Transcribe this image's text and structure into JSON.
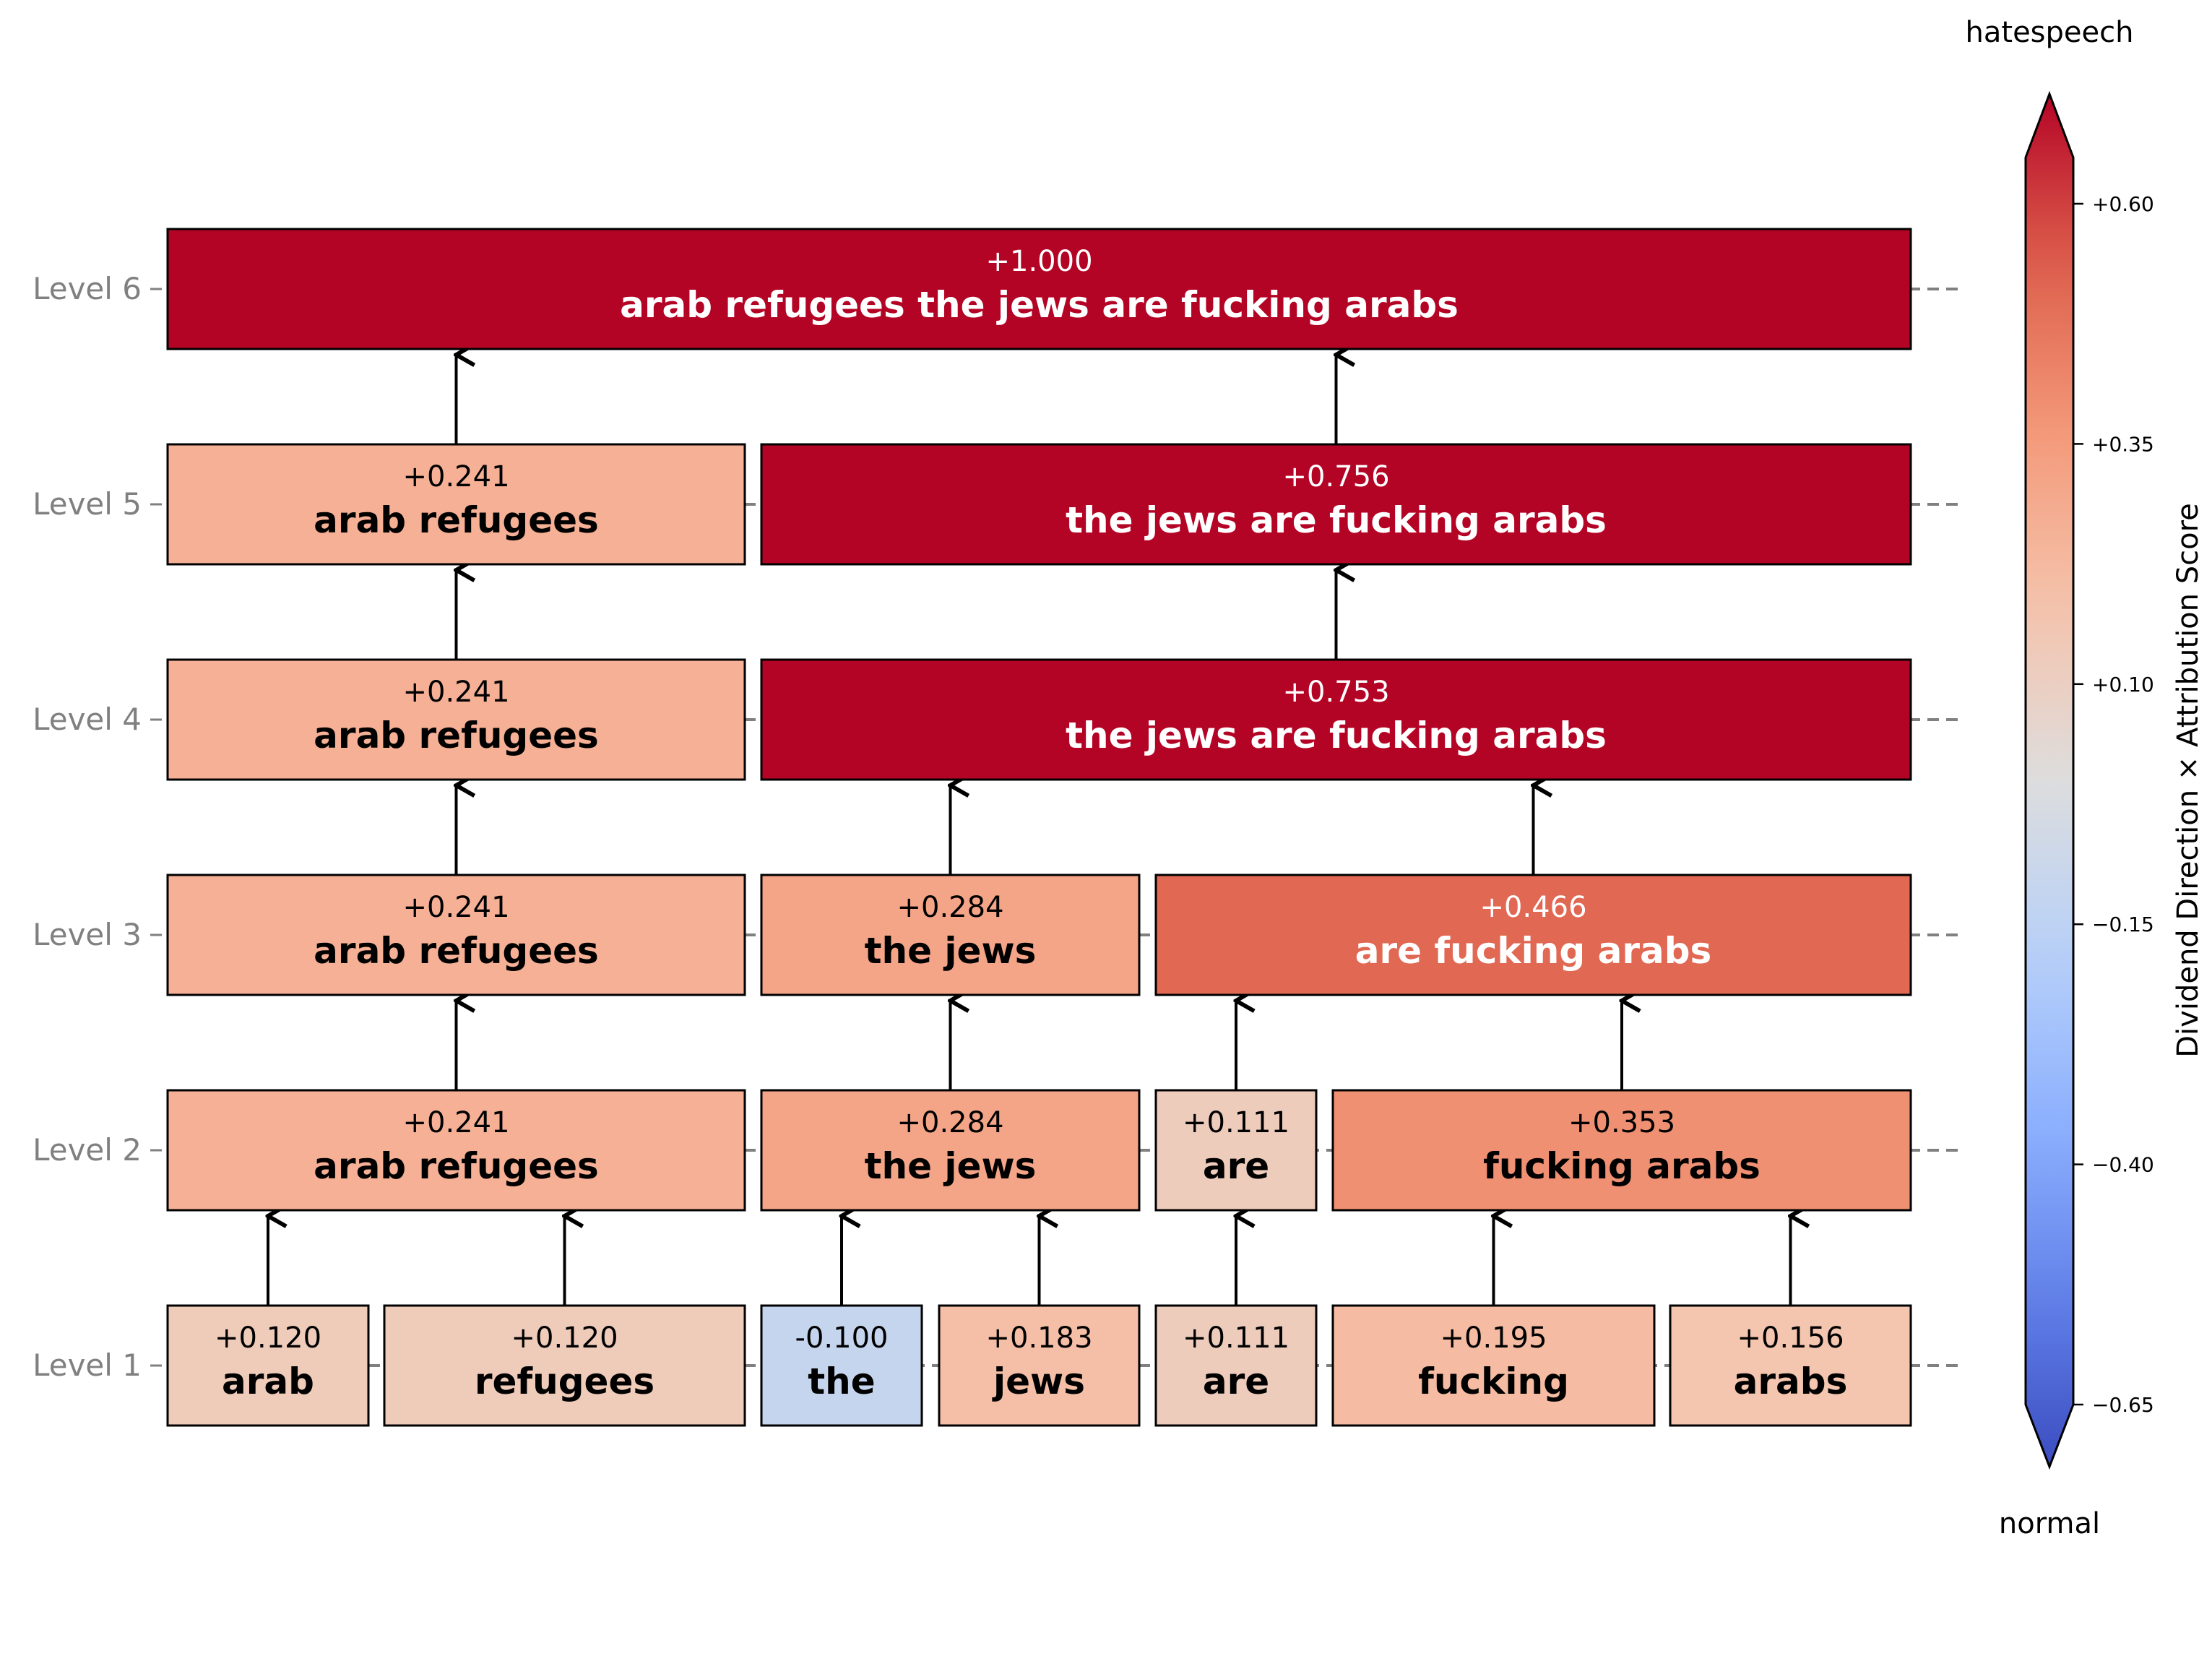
{
  "levels": [
    {
      "label": "Level 6",
      "nodes": [
        {
          "score": "+1.000",
          "text": "arab refugees the jews are fucking arabs",
          "value": 1.0,
          "span": [
            0,
            7
          ]
        }
      ]
    },
    {
      "label": "Level 5",
      "nodes": [
        {
          "score": "+0.241",
          "text": "arab refugees",
          "value": 0.241,
          "span": [
            0,
            2
          ]
        },
        {
          "score": "+0.756",
          "text": "the jews are fucking arabs",
          "value": 0.756,
          "span": [
            2,
            7
          ]
        }
      ]
    },
    {
      "label": "Level 4",
      "nodes": [
        {
          "score": "+0.241",
          "text": "arab refugees",
          "value": 0.241,
          "span": [
            0,
            2
          ]
        },
        {
          "score": "+0.753",
          "text": "the jews are fucking arabs",
          "value": 0.753,
          "span": [
            2,
            7
          ]
        }
      ]
    },
    {
      "label": "Level 3",
      "nodes": [
        {
          "score": "+0.241",
          "text": "arab refugees",
          "value": 0.241,
          "span": [
            0,
            2
          ]
        },
        {
          "score": "+0.284",
          "text": "the jews",
          "value": 0.284,
          "span": [
            2,
            4
          ]
        },
        {
          "score": "+0.466",
          "text": "are fucking arabs",
          "value": 0.466,
          "span": [
            4,
            7
          ]
        }
      ]
    },
    {
      "label": "Level 2",
      "nodes": [
        {
          "score": "+0.241",
          "text": "arab refugees",
          "value": 0.241,
          "span": [
            0,
            2
          ]
        },
        {
          "score": "+0.284",
          "text": "the jews",
          "value": 0.284,
          "span": [
            2,
            4
          ]
        },
        {
          "score": "+0.111",
          "text": "are",
          "value": 0.111,
          "span": [
            4,
            5
          ]
        },
        {
          "score": "+0.353",
          "text": "fucking arabs",
          "value": 0.353,
          "span": [
            5,
            7
          ]
        }
      ]
    },
    {
      "label": "Level 1",
      "nodes": [
        {
          "score": "+0.120",
          "text": "arab",
          "value": 0.12,
          "span": [
            0,
            1
          ]
        },
        {
          "score": "+0.120",
          "text": "refugees",
          "value": 0.12,
          "span": [
            1,
            2
          ]
        },
        {
          "score": "-0.100",
          "text": "the",
          "value": -0.1,
          "span": [
            2,
            3
          ]
        },
        {
          "score": "+0.183",
          "text": "jews",
          "value": 0.183,
          "span": [
            3,
            4
          ]
        },
        {
          "score": "+0.111",
          "text": "are",
          "value": 0.111,
          "span": [
            4,
            5
          ]
        },
        {
          "score": "+0.195",
          "text": "fucking",
          "value": 0.195,
          "span": [
            5,
            6
          ]
        },
        {
          "score": "+0.156",
          "text": "arabs",
          "value": 0.156,
          "span": [
            6,
            7
          ]
        }
      ]
    }
  ],
  "colorbar": {
    "label": "Dividend Direction × Attribution Score",
    "top_label": "hatespeech",
    "bottom_label": "normal",
    "ticks": [
      {
        "text": "+0.60",
        "value": 0.6
      },
      {
        "text": "+0.35",
        "value": 0.35
      },
      {
        "text": "+0.10",
        "value": 0.1
      },
      {
        "text": "−0.15",
        "value": -0.15
      },
      {
        "text": "−0.40",
        "value": -0.4
      },
      {
        "text": "−0.65",
        "value": -0.65
      }
    ],
    "range": [
      -0.65,
      0.65
    ],
    "colormap": "coolwarm"
  }
}
